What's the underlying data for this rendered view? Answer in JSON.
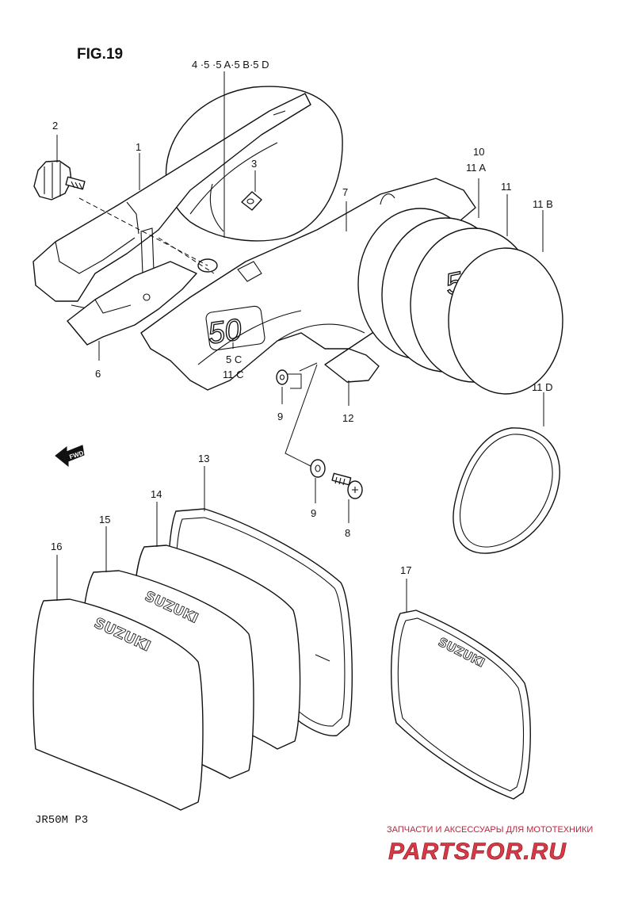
{
  "figure": {
    "title": "FIG.19",
    "code": "JR50M P3"
  },
  "callouts": {
    "c1": "1",
    "c2": "2",
    "c3": "3",
    "c4": "4 ·5 ·5 A·5 B·5 D",
    "c5c": "5 C",
    "c11c": "11 C",
    "c6": "6",
    "c7": "7",
    "c8": "8",
    "c9a": "9",
    "c9b": "9",
    "c10": "10",
    "c11a": "11 A",
    "c11": "11",
    "c11b": "11 B",
    "c11d": "11 D",
    "c12": "12",
    "c13": "13",
    "c14": "14",
    "c15": "15",
    "c16": "16",
    "c17": "17"
  },
  "markings": {
    "logo_50_left": "50",
    "logo_50_right": "50",
    "brand_15": "SUZUKI",
    "brand_16": "SUZUKI",
    "brand_17": "SUZUKI",
    "fwd_arrow": "FWD"
  },
  "watermark": {
    "tagline": "ЗАПЧАСТИ И АКСЕССУАРЫ ДЛЯ МОТОТЕХНИКИ",
    "site": "PARTSFOR.RU",
    "color": "#c41e3a"
  }
}
